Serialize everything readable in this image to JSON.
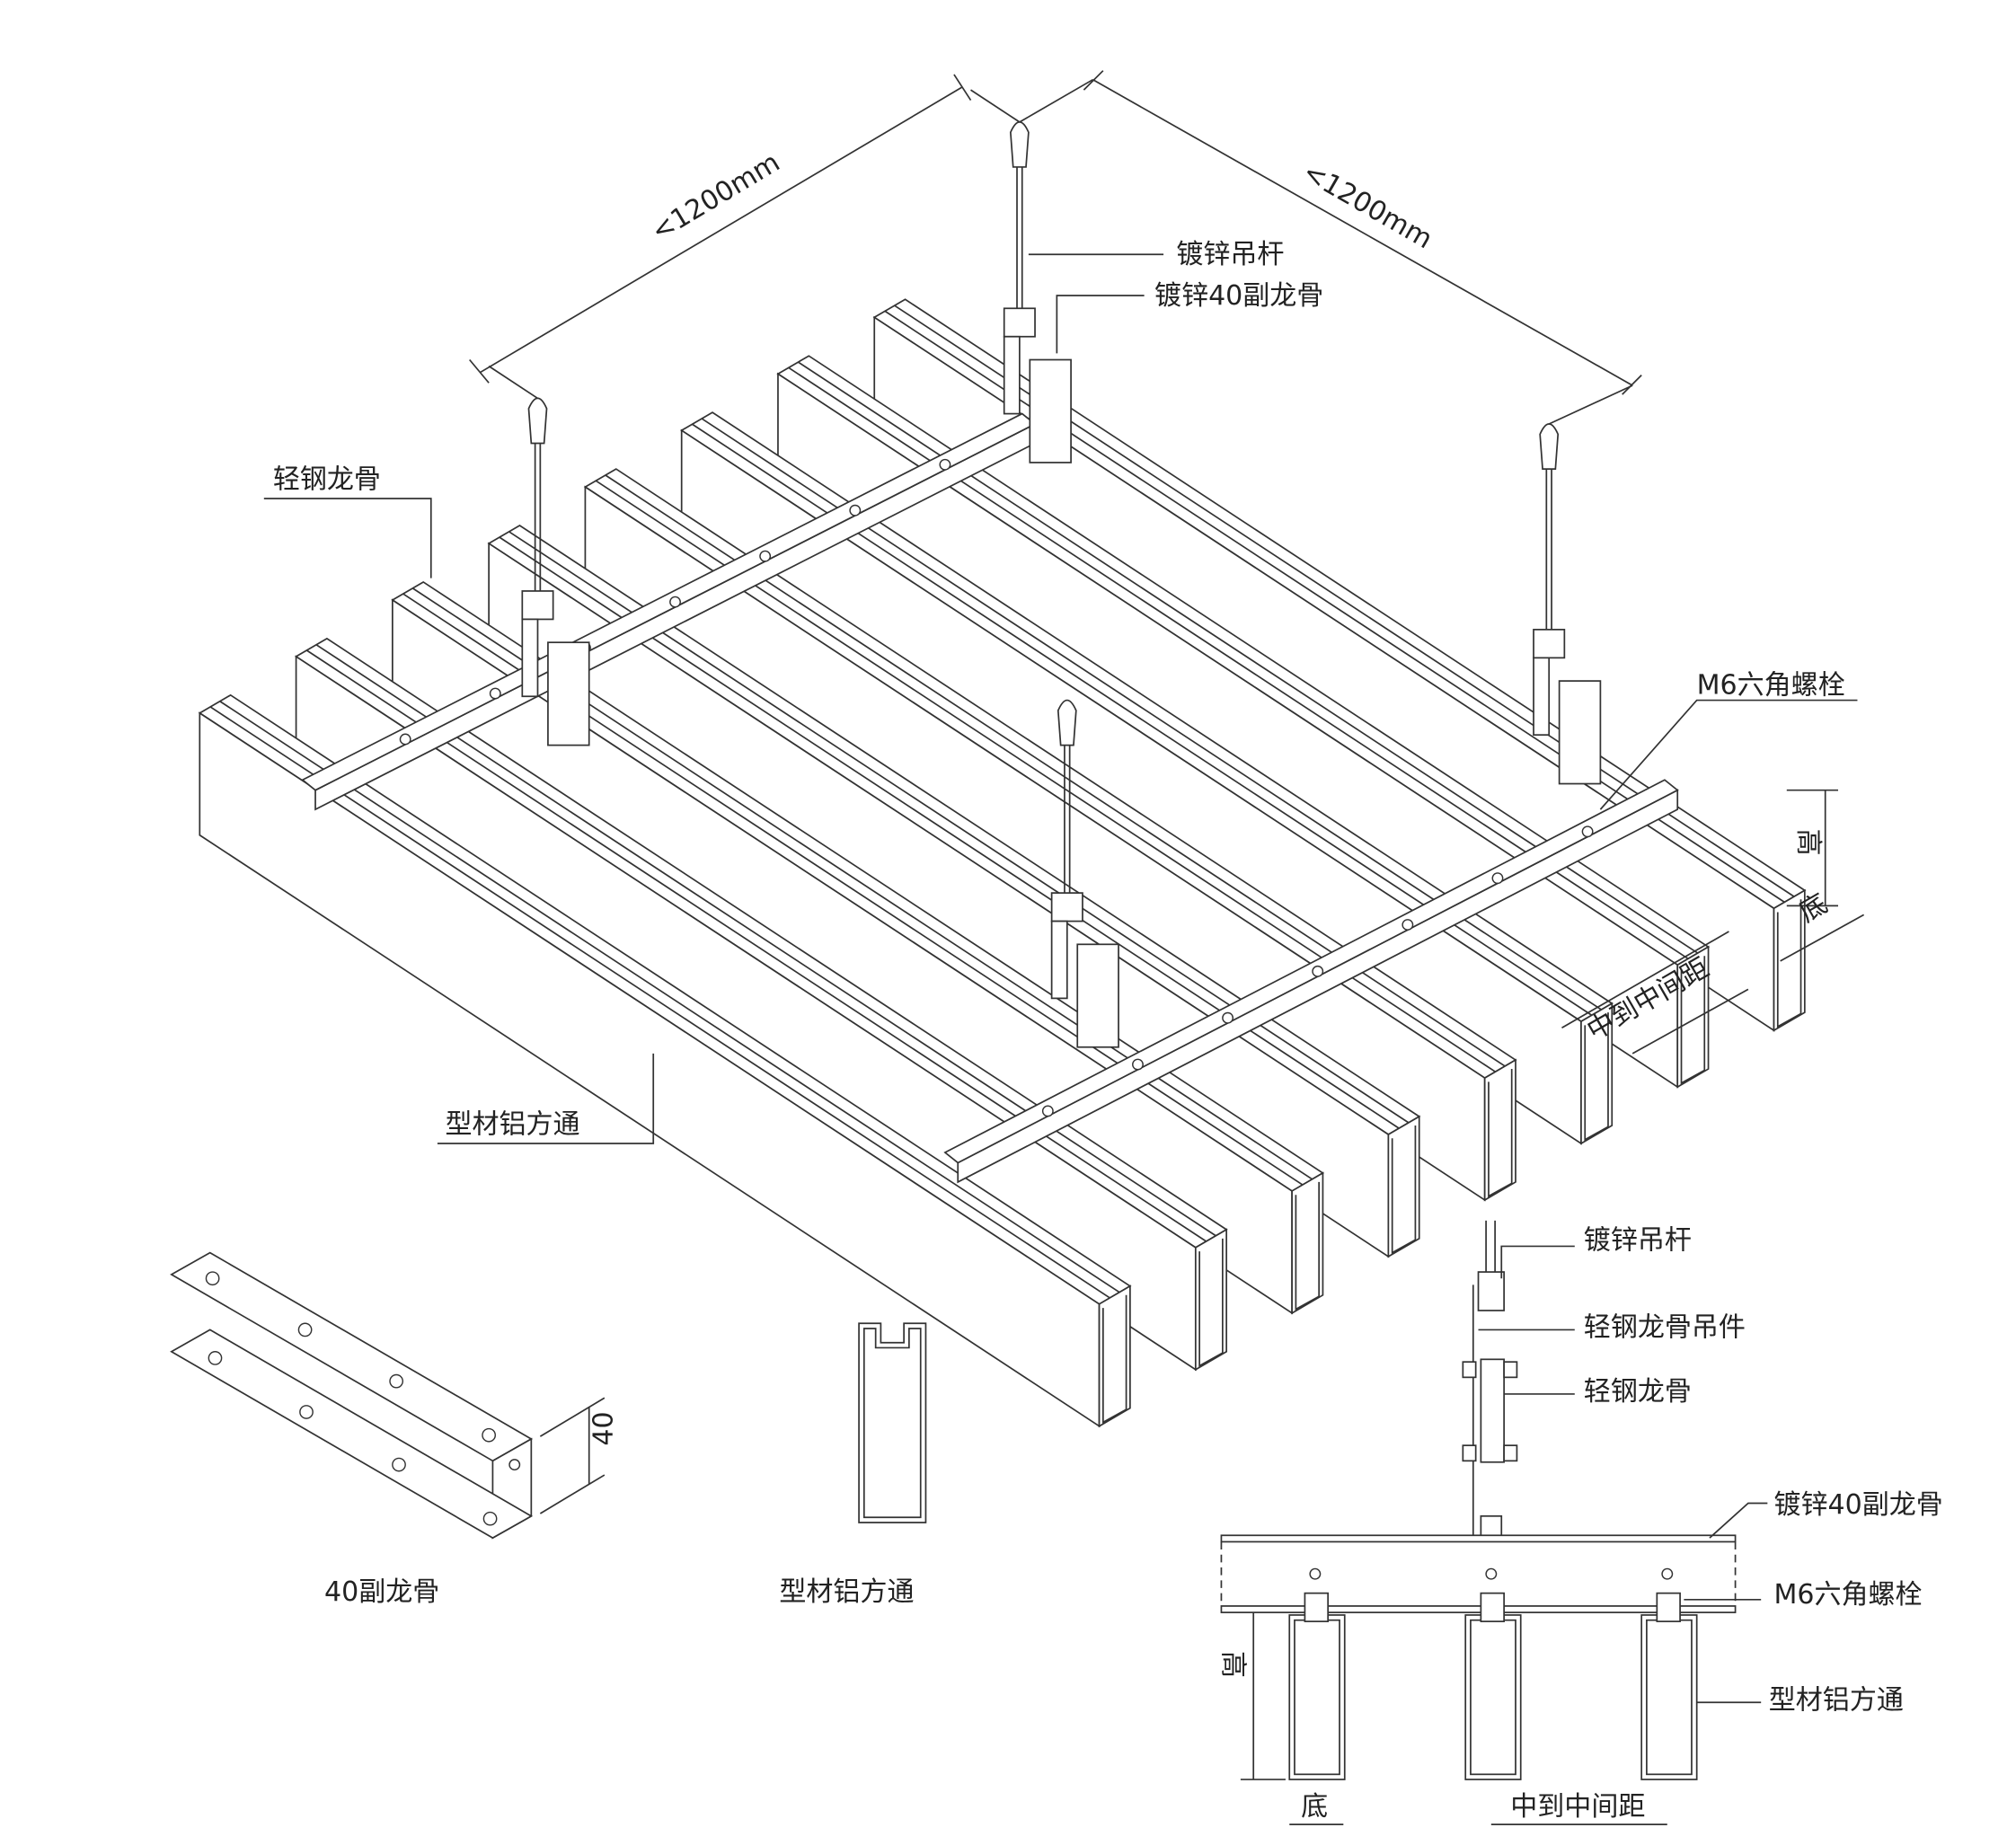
{
  "iso": {
    "dim_left": "<1200mm",
    "dim_right": "<1200mm",
    "hanger_rod": "镀锌吊杆",
    "secondary_keel": "镀锌40副龙骨",
    "light_steel_keel": "轻钢龙骨",
    "bolt": "M6六角螺栓",
    "height": "高",
    "base": "底",
    "spacing": "中到中间距",
    "aluminum_tube": "型材铝方通"
  },
  "keel_detail": {
    "dimension": "40",
    "caption": "40副龙骨"
  },
  "tube_profile": {
    "caption": "型材铝方通"
  },
  "section": {
    "hanger_rod": "镀锌吊杆",
    "keel_hanger": "轻钢龙骨吊件",
    "light_steel_keel": "轻钢龙骨",
    "secondary_keel": "镀锌40副龙骨",
    "bolt": "M6六角螺栓",
    "aluminum_tube": "型材铝方通",
    "height": "高",
    "base": "底",
    "spacing": "中到中间距"
  }
}
